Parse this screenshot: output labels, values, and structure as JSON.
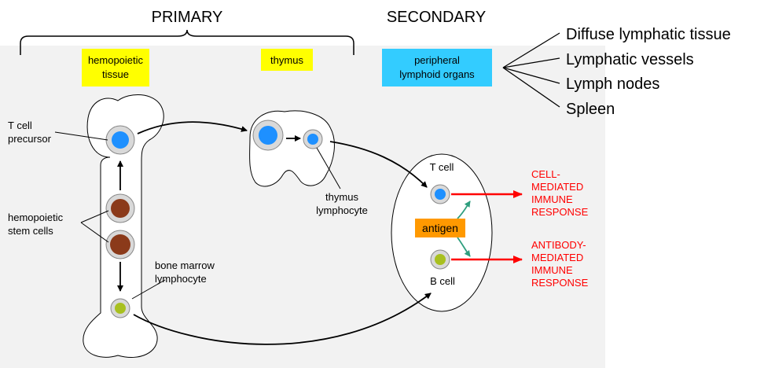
{
  "headers": {
    "primary": "PRIMARY",
    "secondary": "SECONDARY"
  },
  "boxes": {
    "hemopoietic_line1": "hemopoietic",
    "hemopoietic_line2": "tissue",
    "thymus": "thymus",
    "peripheral_line1": "peripheral",
    "peripheral_line2": "lymphoid organs",
    "antigen": "antigen"
  },
  "secondary_items": [
    "Diffuse lymphatic tissue",
    "Lymphatic vessels",
    "Lymph nodes",
    "Spleen"
  ],
  "labels": {
    "t_cell_precursor_line1": "T cell",
    "t_cell_precursor_line2": "precursor",
    "stem_cells_line1": "hemopoietic",
    "stem_cells_line2": "stem cells",
    "bone_marrow_line1": "bone marrow",
    "bone_marrow_line2": "lymphocyte",
    "thymus_lymph_line1": "thymus",
    "thymus_lymph_line2": "lymphocyte",
    "t_cell": "T cell",
    "b_cell": "B cell"
  },
  "responses": {
    "cell_mediated": [
      "CELL-",
      "MEDIATED",
      "IMMUNE",
      "RESPONSE"
    ],
    "antibody_mediated": [
      "ANTIBODY-",
      "MEDIATED",
      "IMMUNE",
      "RESPONSE"
    ]
  },
  "colors": {
    "highlight_yellow": "#ffff00",
    "highlight_cyan": "#33ccff",
    "antigen_orange": "#ff9900",
    "response_red": "#ff0000",
    "cell_blue": "#1e90ff",
    "cell_brown": "#8b3a1a",
    "cell_green": "#a8c020",
    "teal_arrow": "#2e9e7e",
    "background_panel": "#f2f2f2"
  }
}
